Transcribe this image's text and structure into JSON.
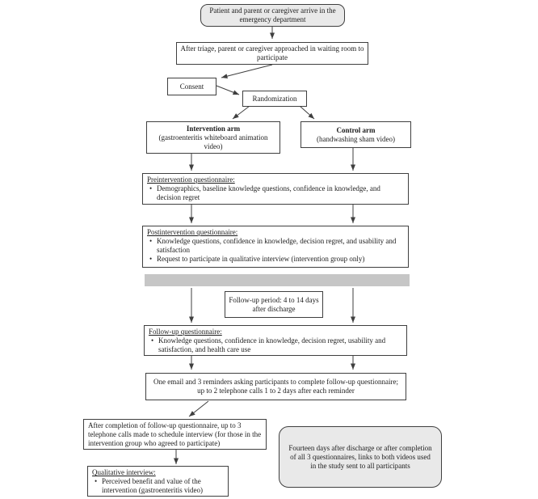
{
  "glyphs": {
    "bullet": "•"
  },
  "colors": {
    "box_fill_gray": "#e9e9e9",
    "timeline_bar_gray": "#c6c6c6",
    "line_color": "#3f3f3f"
  },
  "boxes": {
    "arrival": {
      "text": "Patient and parent or caregiver arrive in the emergency department"
    },
    "approach": {
      "text": "After triage, parent or caregiver approached in waiting room to participate"
    },
    "consent": {
      "label": "Consent"
    },
    "randomization": {
      "label": "Randomization"
    },
    "intervention_arm": {
      "title": "Intervention arm",
      "subtitle": "(gastroenteritis whiteboard animation video)"
    },
    "control_arm": {
      "title": "Control arm",
      "subtitle": "(handwashing sham video)"
    },
    "preintervention": {
      "heading": "Preintervention questionnaire:",
      "bullets": [
        "Demographics, baseline knowledge questions, confidence in knowledge, and decision regret"
      ]
    },
    "postintervention": {
      "heading": "Postintervention questionnaire:",
      "bullets": [
        "Knowledge questions, confidence in knowledge, decision regret, and usability and satisfaction",
        "Request to participate in qualitative interview (intervention group only)"
      ]
    },
    "followup_period": {
      "text": "Follow-up period: 4 to 14 days after discharge"
    },
    "followup_questionnaire": {
      "heading": "Follow-up questionnaire:",
      "bullets": [
        "Knowledge questions, confidence in knowledge, decision regret, usability and satisfaction, and health care use"
      ]
    },
    "email_reminders": {
      "text": "One email and 3 reminders asking participants to complete follow-up questionnaire; up to 2 telephone calls 1 to 2 days after each reminder"
    },
    "schedule_interview": {
      "text": "After completion of follow-up questionnaire, up to 3 telephone calls made to schedule interview (for those in the intervention group who agreed to participate)"
    },
    "qualitative_interview": {
      "heading": "Qualitative interview:",
      "bullets": [
        "Perceived benefit and value of the intervention (gastroenteritis video)"
      ]
    },
    "videos_note": {
      "text": "Fourteen days after discharge or after completion of all 3 questionnaires, links to both videos used in the study sent to all participants"
    }
  }
}
